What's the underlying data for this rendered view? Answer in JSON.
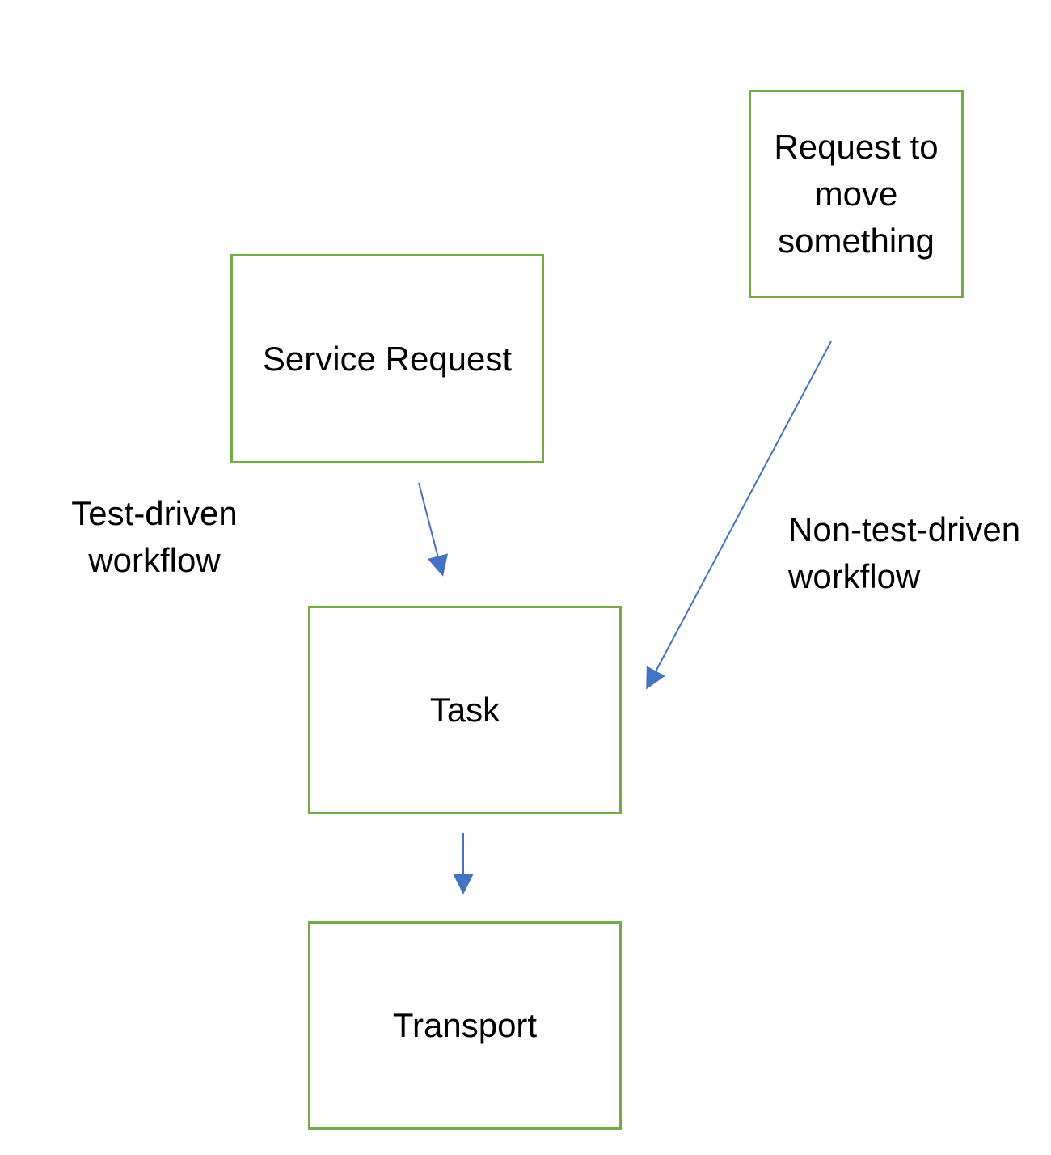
{
  "colors": {
    "node_border": "#70AD47",
    "arrow": "#4472C4",
    "text": "#000000",
    "background": "#ffffff"
  },
  "diagram": {
    "nodes": [
      {
        "id": "request-to-move-something",
        "label": "Request to\nmove\nsomething"
      },
      {
        "id": "service-request",
        "label": "Service Request"
      },
      {
        "id": "task",
        "label": "Task"
      },
      {
        "id": "transport",
        "label": "Transport"
      }
    ],
    "edge_labels": [
      {
        "id": "test-driven-workflow",
        "text": "Test-driven\nworkflow"
      },
      {
        "id": "non-test-driven-workflow",
        "text": "Non-test-driven\nworkflow"
      }
    ],
    "edges": [
      {
        "from": "service-request",
        "to": "task",
        "label": "Test-driven workflow"
      },
      {
        "from": "request-to-move-something",
        "to": "task",
        "label": "Non-test-driven workflow"
      },
      {
        "from": "task",
        "to": "transport",
        "label": ""
      }
    ]
  }
}
